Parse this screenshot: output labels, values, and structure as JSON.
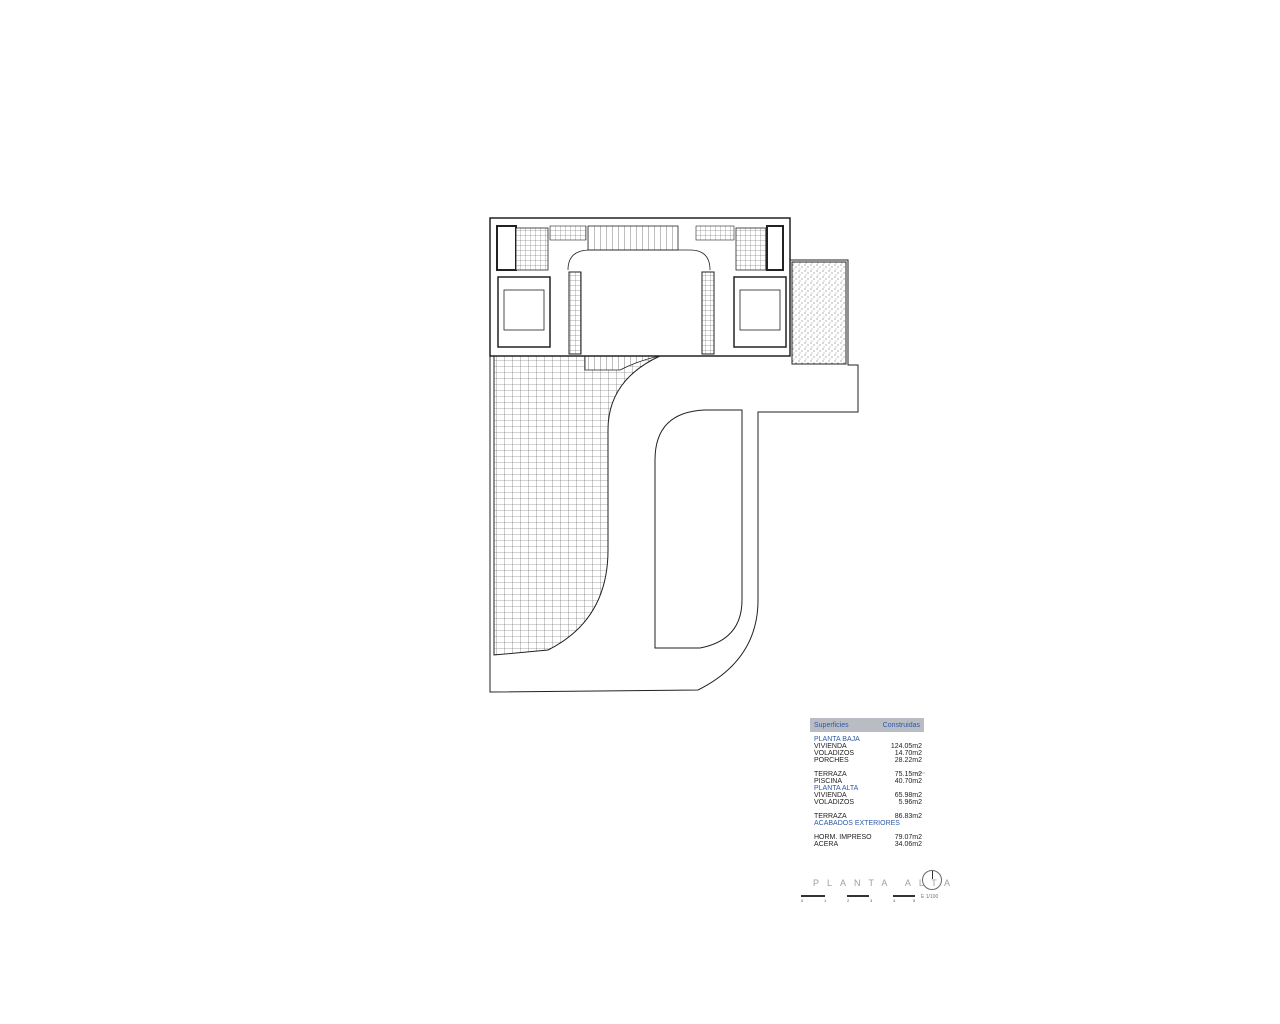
{
  "drawing": {
    "title": "PLANTA ALTA",
    "scale": "E 1/100"
  },
  "legend": {
    "header_left": "Superficies",
    "header_right": "Construidas",
    "sections": [
      {
        "heading": "PLANTA BAJA",
        "rows": [
          {
            "label": "VIVIENDA",
            "value": "124.05m2"
          },
          {
            "label": "VOLADIZOS",
            "value": "14.70m2"
          },
          {
            "label": "PORCHES",
            "value": "28.22m2"
          }
        ]
      },
      {
        "heading": "",
        "rows": [
          {
            "label": "TERRAZA",
            "value": "75.15m2"
          },
          {
            "label": "PISCINA",
            "value": "40.70m2"
          }
        ]
      },
      {
        "heading": "PLANTA ALTA",
        "rows": [
          {
            "label": "VIVIENDA",
            "value": "65.98m2"
          },
          {
            "label": "VOLADIZOS",
            "value": "5.96m2"
          }
        ]
      },
      {
        "heading": "",
        "rows": [
          {
            "label": "TERRAZA",
            "value": "86.83m2"
          }
        ]
      },
      {
        "heading": "ACABADOS EXTERIORES",
        "rows": [
          {
            "label": "HORM. IMPRESO",
            "value": "79.07m2"
          },
          {
            "label": "ACERA",
            "value": "34.06m2"
          }
        ]
      }
    ]
  },
  "scalebar": {
    "ticks": [
      "0",
      "1",
      "2",
      "3",
      "4",
      "5"
    ]
  },
  "colors": {
    "line": "#222222",
    "legend_accent": "#2c5aa8",
    "legend_header_bg": "#b9bcc3"
  }
}
